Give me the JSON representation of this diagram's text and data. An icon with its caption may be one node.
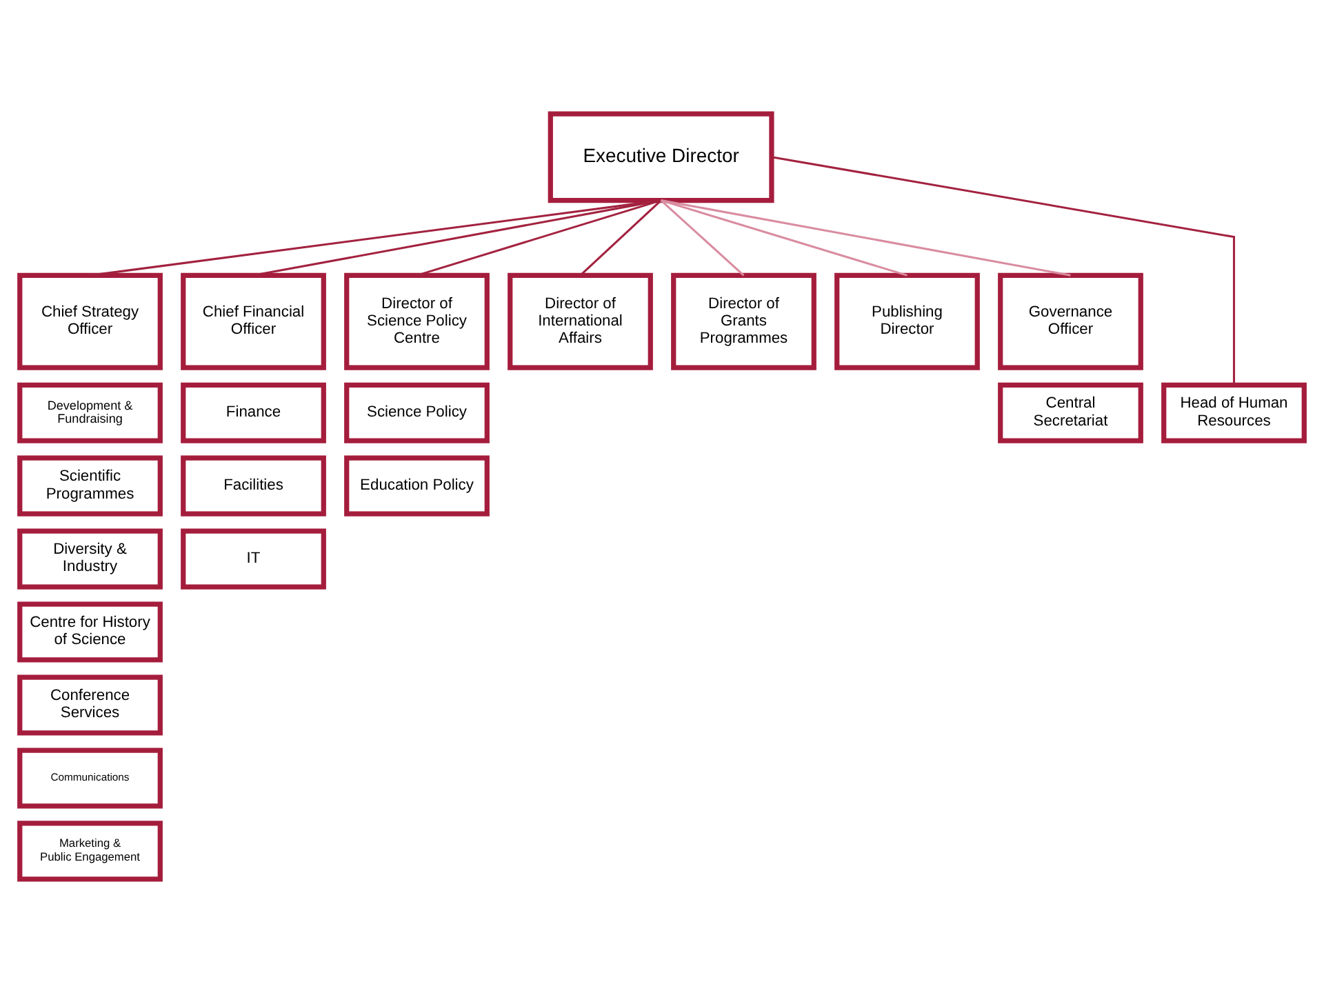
{
  "diagram": {
    "nodes": [
      {
        "text": [
          "Executive Director"
        ]
      },
      {
        "text": [
          "Chief Strategy Officer"
        ]
      },
      {
        "text": [
          "Chief Financial Officer"
        ]
      },
      {
        "text": [
          "Director of Science Policy Centre"
        ]
      },
      {
        "text": [
          "Director of International Affairs"
        ]
      },
      {
        "text": [
          "Director of Grants Programmes"
        ]
      },
      {
        "text": [
          "Publishing Director"
        ]
      },
      {
        "text": [
          "Governance Officer"
        ]
      },
      {
        "text": [
          "Development & Fundraising"
        ]
      },
      {
        "text": [
          "Finance"
        ]
      },
      {
        "text": [
          "Science Policy"
        ]
      },
      {
        "text": [
          "Central Secretariat"
        ]
      },
      {
        "text": [
          "Head of Human Resources"
        ]
      },
      {
        "text": [
          "Scientific Programmes"
        ]
      },
      {
        "text": [
          "Facilities"
        ]
      },
      {
        "text": [
          "Education Policy"
        ]
      },
      {
        "text": [
          "Diversity & Industry"
        ]
      },
      {
        "text": [
          "IT"
        ]
      },
      {
        "text": [
          "Centre for History of Science"
        ]
      },
      {
        "text": [
          "Conference Services"
        ]
      },
      {
        "text": [
          "Communications"
        ]
      },
      {
        "text": [
          "Marketing & Public Engagement"
        ]
      }
    ],
    "edges": [
      {
        "from": 0,
        "to": 1,
        "arrow": "none"
      },
      {
        "from": 0,
        "to": 2,
        "arrow": "none"
      },
      {
        "from": 0,
        "to": 3,
        "arrow": "none"
      },
      {
        "from": 0,
        "to": 4,
        "arrow": "none"
      },
      {
        "from": 0,
        "to": 5,
        "arrow": "none",
        "color": "#d98ca0"
      },
      {
        "from": 0,
        "to": 6,
        "arrow": "none",
        "color": "#d98ca0"
      },
      {
        "from": 0,
        "to": 7,
        "arrow": "none",
        "color": "#d98ca0"
      },
      {
        "from": 0,
        "to": 12,
        "arrow": "none"
      }
    ]
  }
}
